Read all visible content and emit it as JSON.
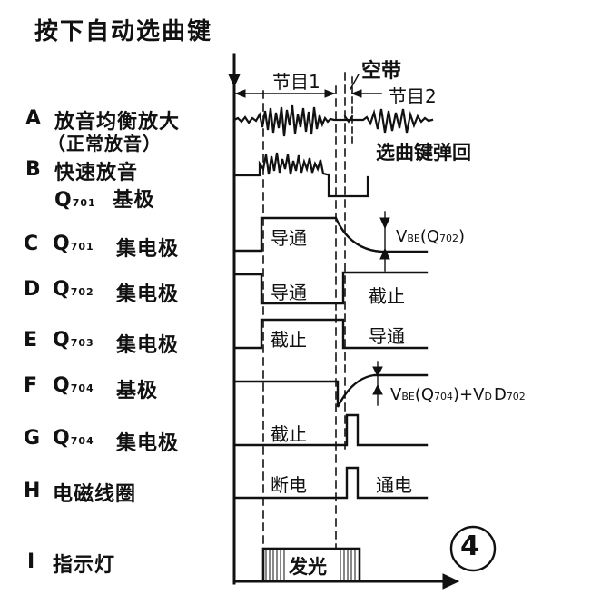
{
  "header": {
    "title": "按下自动选曲键",
    "segment1": "节目1",
    "blank": "空带",
    "segment2": "节目2",
    "spring_return": "选曲键弹回"
  },
  "rows": [
    {
      "letter": "A",
      "name": "放音均衡放大",
      "name2": "（正常放音）"
    },
    {
      "letter": "B",
      "name": "快速放音",
      "name2_main": "Q",
      "name2_sub": "701",
      "name2_tail": "基极"
    },
    {
      "letter": "C",
      "dev": "Q",
      "dev_sub": "701",
      "name": "集电极"
    },
    {
      "letter": "D",
      "dev": "Q",
      "dev_sub": "702",
      "name": "集电极"
    },
    {
      "letter": "E",
      "dev": "Q",
      "dev_sub": "703",
      "name": "集电极"
    },
    {
      "letter": "F",
      "dev": "Q",
      "dev_sub": "704",
      "name": "基极"
    },
    {
      "letter": "G",
      "dev": "Q",
      "dev_sub": "704",
      "name": "集电极"
    },
    {
      "letter": "H",
      "name": "电磁线圈"
    },
    {
      "letter": "I",
      "name": "指示灯"
    }
  ],
  "states": {
    "c_on": "导通",
    "d_on": "导通",
    "d_off": "截止",
    "e_off": "截止",
    "e_on": "导通",
    "g_off": "截止",
    "h_off": "断电",
    "h_on": "通电",
    "i_on": "发光"
  },
  "annotations": {
    "c_vbe": "V",
    "c_vbe_sub": "BE",
    "c_vbe_tail": "(Q",
    "c_vbe_dev": "702",
    "c_vbe_end": ")",
    "f_vbe": "V",
    "f_vbe_sub": "BE",
    "f_vbe_mid": "(Q",
    "f_vbe_dev": "704",
    "f_vbe_mid2": ")+V",
    "f_vd_sub": "D",
    "f_vd_tail": "D",
    "f_vd_dev": "702"
  },
  "figure_number": "4"
}
